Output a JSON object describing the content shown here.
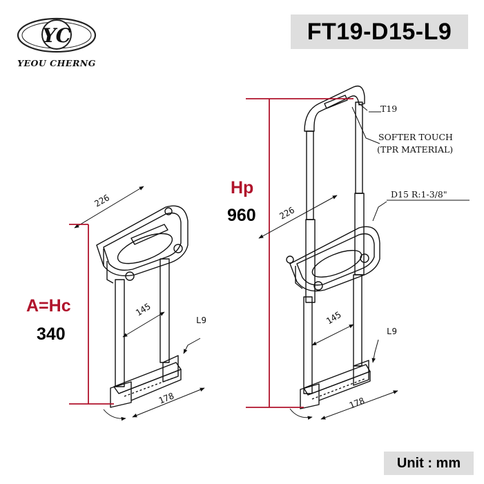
{
  "brand": {
    "monogram": "YC",
    "name": "YEOU CHERNG"
  },
  "model": "FT19-D15-L9",
  "unit_label": "Unit : mm",
  "colors": {
    "dimension_red": "#b0132b",
    "badge_gray": "#dedede"
  },
  "collapsed": {
    "height_label": "A=Hc",
    "height_value": "340",
    "width_label": "226",
    "inner_label": "145",
    "base_label": "178",
    "tube_note": "L9"
  },
  "extended": {
    "height_label": "Hp",
    "height_value": "960",
    "width_label": "226",
    "inner_label": "145",
    "base_label": "178",
    "tube_note": "L9",
    "handle_note": "T19",
    "grip_note_1": "SOFTER TOUCH",
    "grip_note_2": "(TPR MATERIAL)",
    "rod_note": "D15 R:1-3/8\""
  }
}
